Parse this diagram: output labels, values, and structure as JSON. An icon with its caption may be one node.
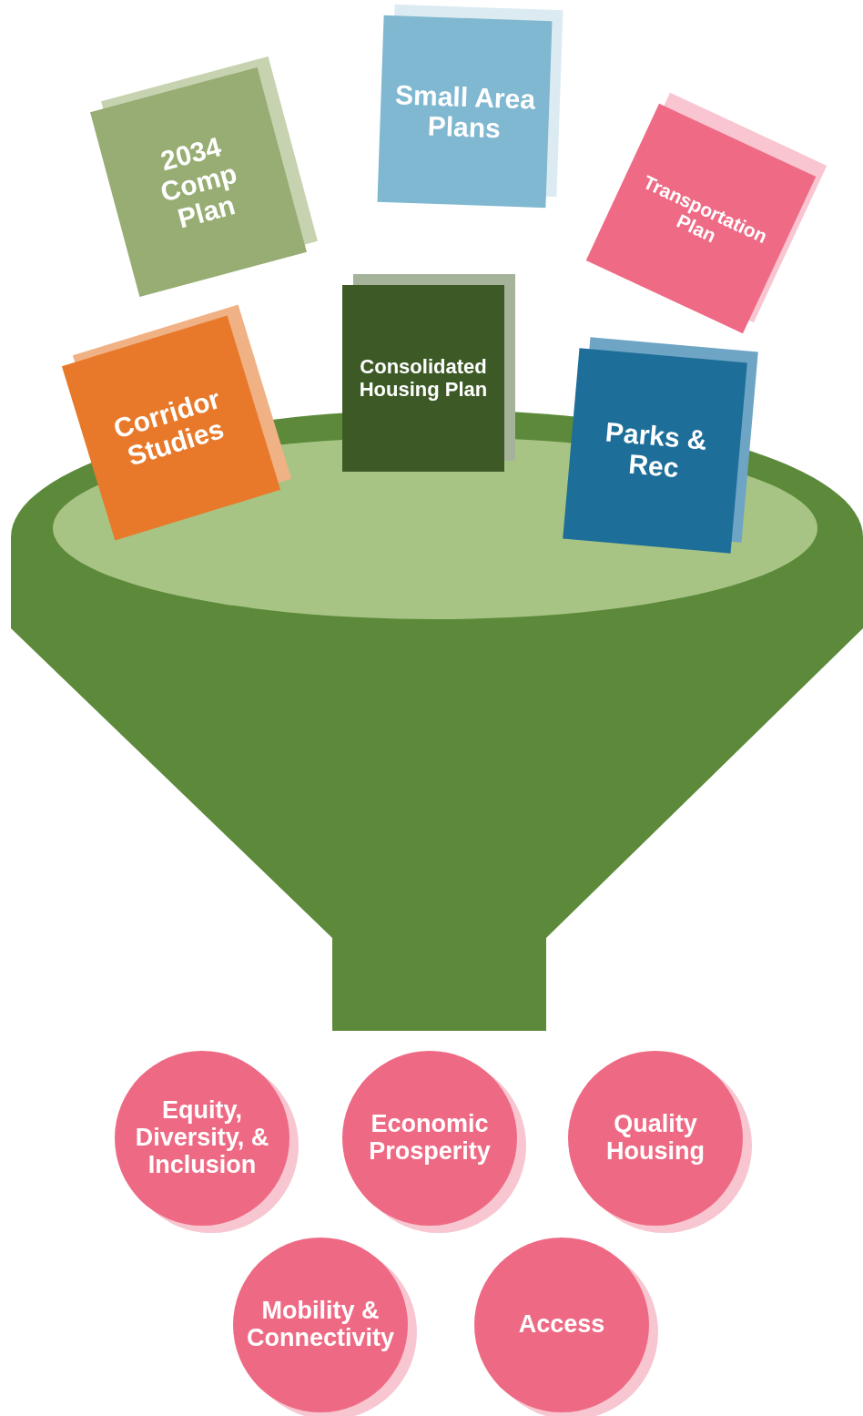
{
  "diagram": {
    "nodes": [
      {
        "text": [
          "2034 Comp Plan"
        ]
      },
      {
        "text": [
          "Small Area Plans"
        ]
      },
      {
        "text": [
          "Transportation Plan"
        ]
      },
      {
        "text": [
          "Corridor Studies"
        ]
      },
      {
        "text": [
          "Consolidated Housing Plan"
        ]
      },
      {
        "text": [
          "Parks & Rec"
        ]
      },
      {
        "text": [
          "Equity, Diversity, & Inclusion"
        ]
      },
      {
        "text": [
          "Economic Prosperity"
        ]
      },
      {
        "text": [
          "Quality Housing"
        ]
      },
      {
        "text": [
          "Mobility & Connectivity"
        ]
      },
      {
        "text": [
          "Access"
        ]
      }
    ]
  }
}
